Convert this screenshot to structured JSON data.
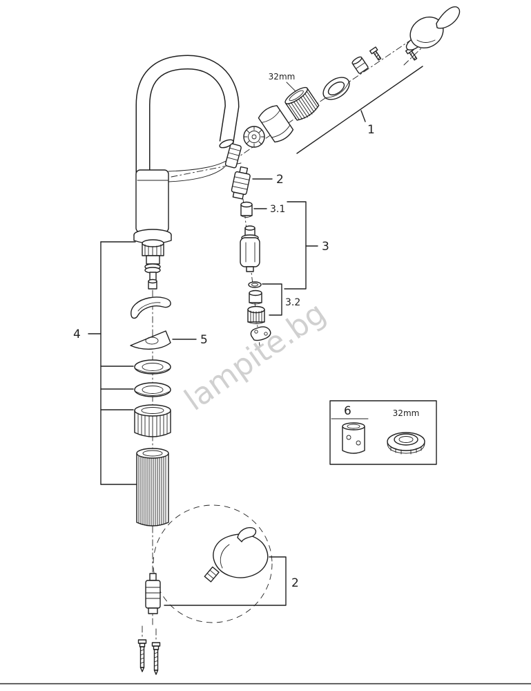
{
  "watermark": "lampite.bg",
  "callouts": {
    "n1": "1",
    "n2_top": "2",
    "n3": "3",
    "n31": "3.1",
    "n32": "3.2",
    "n4": "4",
    "n5": "5",
    "n6": "6",
    "n2_bottom": "2"
  },
  "labels": {
    "size_top": "32mm",
    "size_box": "32mm"
  },
  "colors": {
    "line": "#1f1f1f",
    "watermark": "#ababab",
    "background": "#ffffff"
  }
}
